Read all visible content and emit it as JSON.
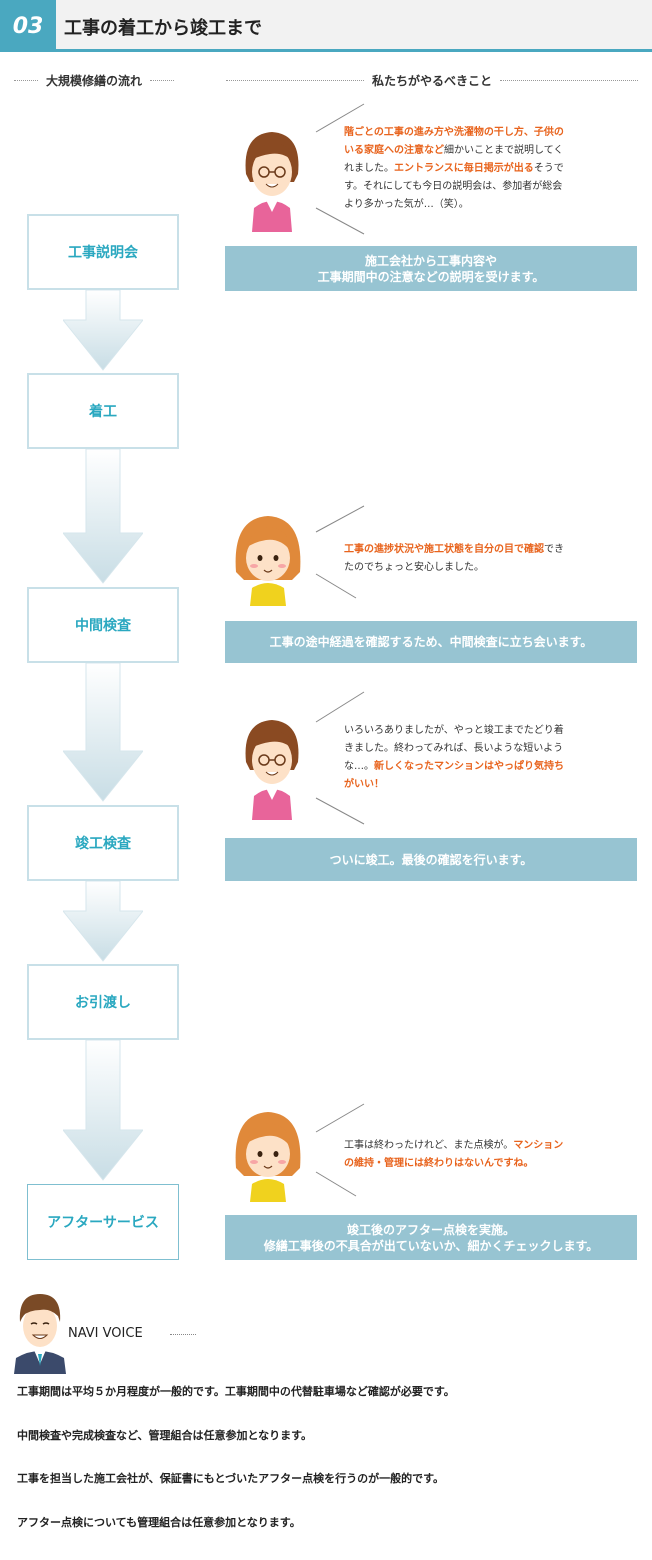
{
  "header": {
    "number": "03",
    "title": "工事の着工から竣工まで"
  },
  "columns": {
    "left": "大規模修繕の流れ",
    "right": "私たちがやるべきこと"
  },
  "flow": [
    {
      "label": "工事説明会"
    },
    {
      "label": "着工"
    },
    {
      "label": "中間検査"
    },
    {
      "label": "竣工検査"
    },
    {
      "label": "お引渡し"
    },
    {
      "label": "アフターサービス"
    }
  ],
  "comments": [
    {
      "lines": [
        [
          {
            "t": "階ごとの工事の進み方や洗濯物の干し方、子供の",
            "hl": true
          }
        ],
        [
          {
            "t": "いる家庭への注意など",
            "hl": true
          },
          {
            "t": "細かいことまで説明してく",
            "hl": false
          }
        ],
        [
          {
            "t": "れました。",
            "hl": false
          },
          {
            "t": "エントランスに毎日掲示が出る",
            "hl": true
          },
          {
            "t": "そうで",
            "hl": false
          }
        ],
        [
          {
            "t": "す。それにしても今日の説明会は、参加者が総会",
            "hl": false
          }
        ],
        [
          {
            "t": "より多かった気が…（笑）。",
            "hl": false
          }
        ]
      ]
    },
    {
      "lines": [
        [
          {
            "t": "工事の進捗状況や施工状態を自分の目で確認",
            "hl": true
          },
          {
            "t": "でき",
            "hl": false
          }
        ],
        [
          {
            "t": "たのでちょっと安心しました。",
            "hl": false
          }
        ]
      ]
    },
    {
      "lines": [
        [
          {
            "t": "いろいろありましたが、やっと竣工までたどり着",
            "hl": false
          }
        ],
        [
          {
            "t": "きました。終わってみれば、長いような短いよう",
            "hl": false
          }
        ],
        [
          {
            "t": "な…。",
            "hl": false
          },
          {
            "t": "新しくなったマンションはやっぱり気持ち",
            "hl": true
          }
        ],
        [
          {
            "t": "がいい！",
            "hl": true
          }
        ]
      ]
    },
    {
      "lines": [
        [
          {
            "t": "工事は終わったけれど、また点検が。",
            "hl": false
          },
          {
            "t": "マンション",
            "hl": true
          }
        ],
        [
          {
            "t": "の維持・管理には終わりはないんですね。",
            "hl": true
          }
        ]
      ]
    }
  ],
  "bars": [
    {
      "lines": [
        "施工会社から工事内容や",
        "工事期間中の注意などの説明を受けます。"
      ]
    },
    {
      "lines": [
        "工事の途中経過を確認するため、中間検査に立ち会います。"
      ]
    },
    {
      "lines": [
        "ついに竣工。最後の確認を行います。"
      ]
    },
    {
      "lines": [
        "竣工後のアフター点検を実施。",
        "修繕工事後の不具合が出ていないか、細かくチェックします。"
      ]
    }
  ],
  "navi": {
    "title": "NAVI VOICE",
    "lines": [
      "工事期間は平均５か月程度が一般的です。工事期間中の代替駐車場など確認が必要です。",
      "中間検査や完成検査など、管理組合は任意参加となります。",
      "工事を担当した施工会社が、保証書にもとづいたアフター点検を行うのが一般的です。",
      "アフター点検についても管理組合は任意参加となります。"
    ]
  },
  "colors": {
    "accent": "#4aa8c0",
    "bar": "#97c4d2",
    "highlight": "#e8641e",
    "flow_text": "#2aa8c0"
  }
}
